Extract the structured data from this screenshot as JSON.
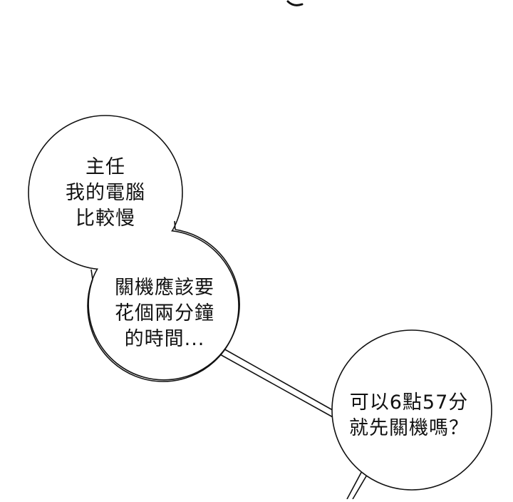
{
  "panel": {
    "background": "#ffffff",
    "line_color": "#111111"
  },
  "bubbles": [
    {
      "id": "bubble-1",
      "lines": [
        "主任",
        "我的電腦",
        "比較慢"
      ]
    },
    {
      "id": "bubble-2",
      "lines": [
        "關機應該要",
        "花個兩分鐘",
        "的時間..."
      ]
    },
    {
      "id": "bubble-3",
      "lines": [
        "可以6點57分",
        "就先關機嗎？"
      ]
    }
  ]
}
